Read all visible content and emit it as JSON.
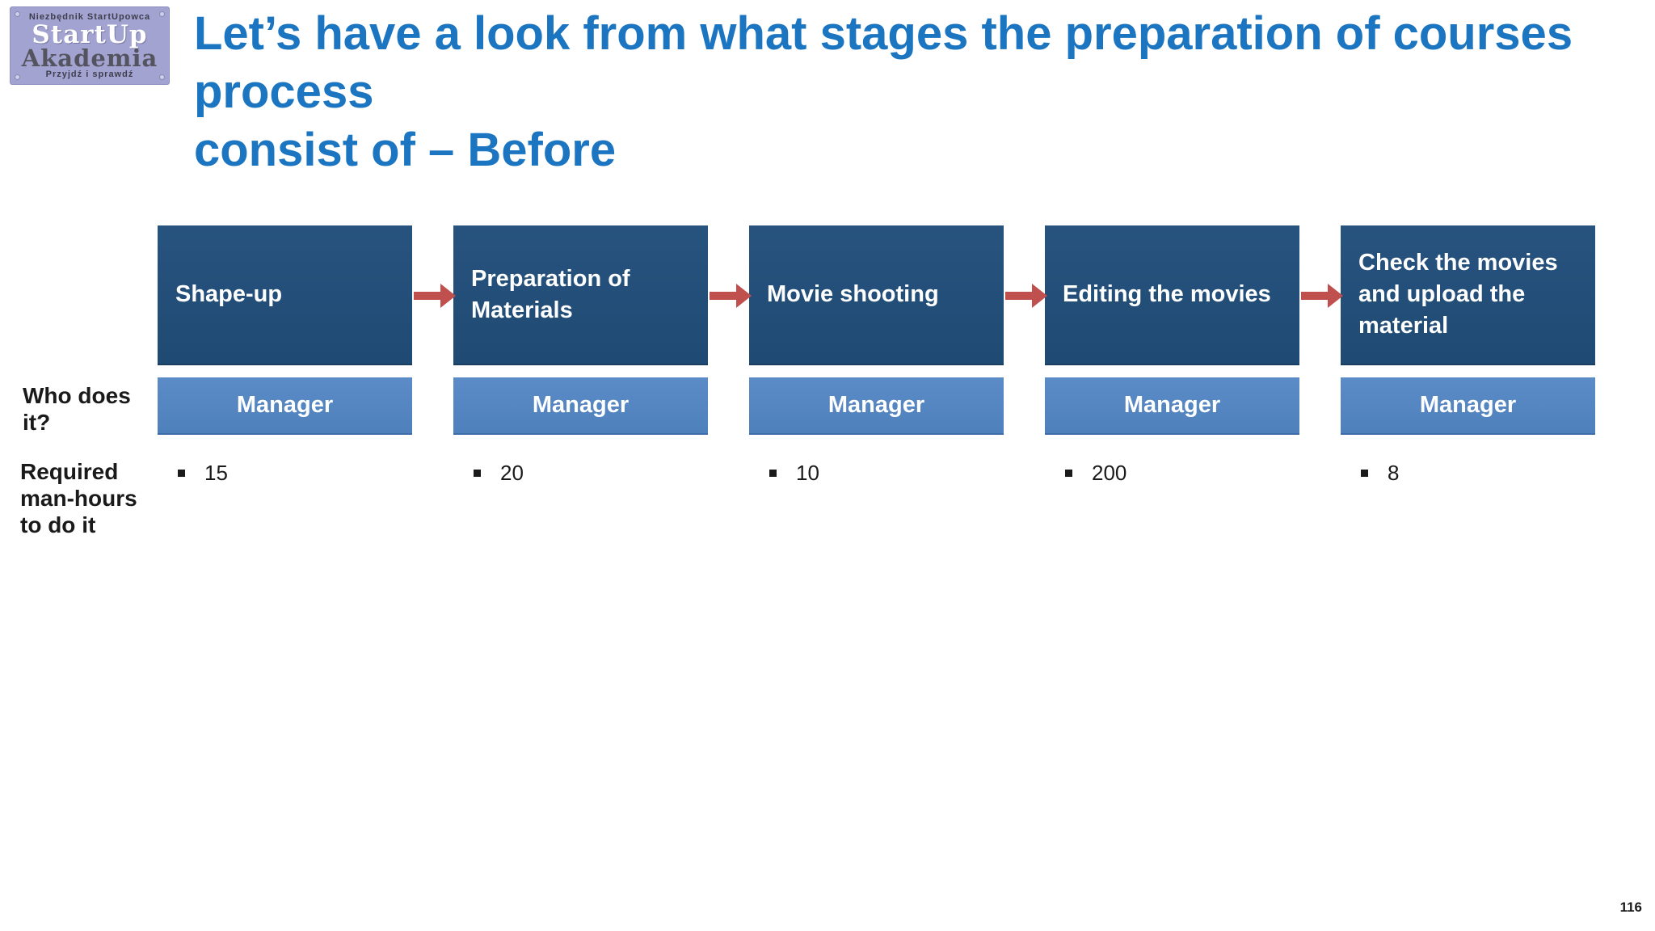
{
  "slide": {
    "title_line1": "Let’s have a look from what stages the preparation of courses process",
    "title_line2": "consist of – Before",
    "page_number": "116"
  },
  "logo": {
    "top_text": "Niezbędnik StartUpowca",
    "main_line1": "StartUp",
    "main_line2": "Akademia",
    "bottom_text": "Przyjdź i sprawdź"
  },
  "process": {
    "row_labels": {
      "who": "Who does\nit?",
      "hours": "Required\nman-hours\nto do it"
    },
    "stages": [
      {
        "label": "Shape-up",
        "who": "Manager",
        "hours": "15"
      },
      {
        "label": "Preparation of\nMaterials",
        "who": "Manager",
        "hours": "20"
      },
      {
        "label": "Movie shooting",
        "who": "Manager",
        "hours": "10"
      },
      {
        "label": "Editing the movies",
        "who": "Manager",
        "hours": "200"
      },
      {
        "label": "Check the movies\nand upload the\nmaterial",
        "who": "Manager",
        "hours": "8"
      }
    ]
  },
  "colors": {
    "title-blue": "#1b75c0",
    "box-navy": "#1f4a73",
    "owner-blue": "#4e80bc",
    "arrow-red": "#c0504d",
    "logo-lavender": "#a3a3d2"
  }
}
